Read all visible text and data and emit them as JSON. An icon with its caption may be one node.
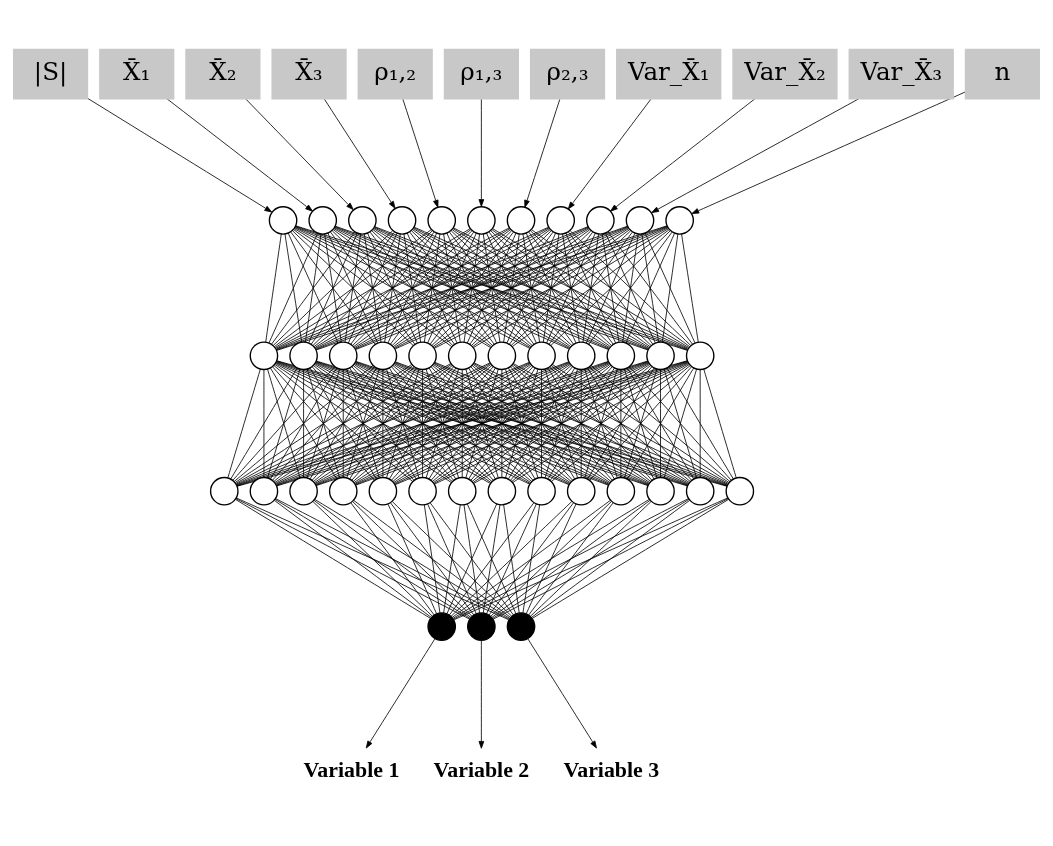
{
  "diagram": {
    "nodes": [
      {
        "text": [
          "|S|"
        ]
      },
      {
        "text": [
          "X̄₁"
        ]
      },
      {
        "text": [
          "X̄₂"
        ]
      },
      {
        "text": [
          "X̄₃"
        ]
      },
      {
        "text": [
          "ρ₁,₂"
        ]
      },
      {
        "text": [
          "ρ₁,₃"
        ]
      },
      {
        "text": [
          "ρ₂,₃"
        ]
      },
      {
        "text": [
          "Var_X̄₁"
        ]
      },
      {
        "text": [
          "Var_X̄₂"
        ]
      },
      {
        "text": [
          "Var_X̄₃"
        ]
      },
      {
        "text": [
          "n"
        ]
      },
      {
        "text": [],
        "shape": "circle"
      },
      {
        "text": [],
        "shape": "circle"
      },
      {
        "text": [],
        "shape": "circle"
      },
      {
        "text": [],
        "shape": "circle"
      },
      {
        "text": [],
        "shape": "circle"
      },
      {
        "text": [],
        "shape": "circle"
      },
      {
        "text": [],
        "shape": "circle"
      },
      {
        "text": [],
        "shape": "circle"
      },
      {
        "text": [],
        "shape": "circle"
      },
      {
        "text": [],
        "shape": "circle"
      },
      {
        "text": [],
        "shape": "circle"
      },
      {
        "text": [],
        "shape": "circle"
      },
      {
        "text": [],
        "shape": "circle"
      },
      {
        "text": [],
        "shape": "circle"
      },
      {
        "text": [],
        "shape": "circle"
      },
      {
        "text": [],
        "shape": "circle"
      },
      {
        "text": [],
        "shape": "circle"
      },
      {
        "text": [],
        "shape": "circle"
      },
      {
        "text": [],
        "shape": "circle"
      },
      {
        "text": [],
        "shape": "circle"
      },
      {
        "text": [],
        "shape": "circle"
      },
      {
        "text": [],
        "shape": "circle"
      },
      {
        "text": [],
        "shape": "circle"
      },
      {
        "text": [],
        "shape": "circle"
      },
      {
        "text": [],
        "shape": "circle"
      },
      {
        "text": [],
        "shape": "circle"
      },
      {
        "text": [],
        "shape": "circle"
      },
      {
        "text": [],
        "shape": "circle"
      },
      {
        "text": [],
        "shape": "circle"
      },
      {
        "text": [],
        "shape": "circle"
      },
      {
        "text": [],
        "shape": "circle"
      },
      {
        "text": [],
        "shape": "circle"
      },
      {
        "text": [],
        "shape": "circle"
      },
      {
        "text": [],
        "shape": "circle"
      },
      {
        "text": [],
        "shape": "circle"
      },
      {
        "text": [],
        "shape": "circle"
      },
      {
        "text": [],
        "shape": "circle"
      },
      {
        "text": [],
        "shape": "circle"
      },
      {
        "text": [],
        "shape": "circle"
      },
      {
        "text": [],
        "shape": "circle"
      },
      {
        "text": [
          "Variable 1"
        ]
      },
      {
        "text": [
          "Variable 2"
        ]
      },
      {
        "text": [
          "Variable 3"
        ]
      }
    ],
    "edges": [
      {
        "from": 0,
        "to": 11,
        "arrow": "to"
      },
      {
        "from": 1,
        "to": 12,
        "arrow": "to"
      },
      {
        "from": 2,
        "to": 13,
        "arrow": "to"
      },
      {
        "from": 3,
        "to": 14,
        "arrow": "to"
      },
      {
        "from": 4,
        "to": 15,
        "arrow": "to"
      },
      {
        "from": 5,
        "to": 16,
        "arrow": "to"
      },
      {
        "from": 6,
        "to": 17,
        "arrow": "to"
      },
      {
        "from": 7,
        "to": 18,
        "arrow": "to"
      },
      {
        "from": 8,
        "to": 19,
        "arrow": "to"
      },
      {
        "from": 9,
        "to": 20,
        "arrow": "to"
      },
      {
        "from": 10,
        "to": 21,
        "arrow": "to"
      },
      {
        "from": 11,
        "to": 22,
        "arrow": "none"
      },
      {
        "from": 11,
        "to": 23,
        "arrow": "none"
      },
      {
        "from": 11,
        "to": 24,
        "arrow": "none"
      },
      {
        "from": 11,
        "to": 25,
        "arrow": "none"
      },
      {
        "from": 11,
        "to": 26,
        "arrow": "none"
      },
      {
        "from": 11,
        "to": 27,
        "arrow": "none"
      },
      {
        "from": 11,
        "to": 28,
        "arrow": "none"
      },
      {
        "from": 11,
        "to": 29,
        "arrow": "none"
      },
      {
        "from": 11,
        "to": 30,
        "arrow": "none"
      },
      {
        "from": 11,
        "to": 31,
        "arrow": "none"
      },
      {
        "from": 11,
        "to": 32,
        "arrow": "none"
      },
      {
        "from": 11,
        "to": 33,
        "arrow": "none"
      },
      {
        "from": 12,
        "to": 22,
        "arrow": "none"
      },
      {
        "from": 12,
        "to": 23,
        "arrow": "none"
      },
      {
        "from": 12,
        "to": 24,
        "arrow": "none"
      },
      {
        "from": 12,
        "to": 25,
        "arrow": "none"
      },
      {
        "from": 12,
        "to": 26,
        "arrow": "none"
      },
      {
        "from": 12,
        "to": 27,
        "arrow": "none"
      },
      {
        "from": 12,
        "to": 28,
        "arrow": "none"
      },
      {
        "from": 12,
        "to": 29,
        "arrow": "none"
      },
      {
        "from": 12,
        "to": 30,
        "arrow": "none"
      },
      {
        "from": 12,
        "to": 31,
        "arrow": "none"
      },
      {
        "from": 12,
        "to": 32,
        "arrow": "none"
      },
      {
        "from": 12,
        "to": 33,
        "arrow": "none"
      },
      {
        "from": 13,
        "to": 22,
        "arrow": "none"
      },
      {
        "from": 13,
        "to": 23,
        "arrow": "none"
      },
      {
        "from": 13,
        "to": 24,
        "arrow": "none"
      },
      {
        "from": 13,
        "to": 25,
        "arrow": "none"
      },
      {
        "from": 13,
        "to": 26,
        "arrow": "none"
      },
      {
        "from": 13,
        "to": 27,
        "arrow": "none"
      },
      {
        "from": 13,
        "to": 28,
        "arrow": "none"
      },
      {
        "from": 13,
        "to": 29,
        "arrow": "none"
      },
      {
        "from": 13,
        "to": 30,
        "arrow": "none"
      },
      {
        "from": 13,
        "to": 31,
        "arrow": "none"
      },
      {
        "from": 13,
        "to": 32,
        "arrow": "none"
      },
      {
        "from": 13,
        "to": 33,
        "arrow": "none"
      },
      {
        "from": 14,
        "to": 22,
        "arrow": "none"
      },
      {
        "from": 14,
        "to": 23,
        "arrow": "none"
      },
      {
        "from": 14,
        "to": 24,
        "arrow": "none"
      },
      {
        "from": 14,
        "to": 25,
        "arrow": "none"
      },
      {
        "from": 14,
        "to": 26,
        "arrow": "none"
      },
      {
        "from": 14,
        "to": 27,
        "arrow": "none"
      },
      {
        "from": 14,
        "to": 28,
        "arrow": "none"
      },
      {
        "from": 14,
        "to": 29,
        "arrow": "none"
      },
      {
        "from": 14,
        "to": 30,
        "arrow": "none"
      },
      {
        "from": 14,
        "to": 31,
        "arrow": "none"
      },
      {
        "from": 14,
        "to": 32,
        "arrow": "none"
      },
      {
        "from": 14,
        "to": 33,
        "arrow": "none"
      },
      {
        "from": 15,
        "to": 22,
        "arrow": "none"
      },
      {
        "from": 15,
        "to": 23,
        "arrow": "none"
      },
      {
        "from": 15,
        "to": 24,
        "arrow": "none"
      },
      {
        "from": 15,
        "to": 25,
        "arrow": "none"
      },
      {
        "from": 15,
        "to": 26,
        "arrow": "none"
      },
      {
        "from": 15,
        "to": 27,
        "arrow": "none"
      },
      {
        "from": 15,
        "to": 28,
        "arrow": "none"
      },
      {
        "from": 15,
        "to": 29,
        "arrow": "none"
      },
      {
        "from": 15,
        "to": 30,
        "arrow": "none"
      },
      {
        "from": 15,
        "to": 31,
        "arrow": "none"
      },
      {
        "from": 15,
        "to": 32,
        "arrow": "none"
      },
      {
        "from": 15,
        "to": 33,
        "arrow": "none"
      },
      {
        "from": 16,
        "to": 22,
        "arrow": "none"
      },
      {
        "from": 16,
        "to": 23,
        "arrow": "none"
      },
      {
        "from": 16,
        "to": 24,
        "arrow": "none"
      },
      {
        "from": 16,
        "to": 25,
        "arrow": "none"
      },
      {
        "from": 16,
        "to": 26,
        "arrow": "none"
      },
      {
        "from": 16,
        "to": 27,
        "arrow": "none"
      },
      {
        "from": 16,
        "to": 28,
        "arrow": "none"
      },
      {
        "from": 16,
        "to": 29,
        "arrow": "none"
      },
      {
        "from": 16,
        "to": 30,
        "arrow": "none"
      },
      {
        "from": 16,
        "to": 31,
        "arrow": "none"
      },
      {
        "from": 16,
        "to": 32,
        "arrow": "none"
      },
      {
        "from": 16,
        "to": 33,
        "arrow": "none"
      },
      {
        "from": 17,
        "to": 22,
        "arrow": "none"
      },
      {
        "from": 17,
        "to": 23,
        "arrow": "none"
      },
      {
        "from": 17,
        "to": 24,
        "arrow": "none"
      },
      {
        "from": 17,
        "to": 25,
        "arrow": "none"
      },
      {
        "from": 17,
        "to": 26,
        "arrow": "none"
      },
      {
        "from": 17,
        "to": 27,
        "arrow": "none"
      },
      {
        "from": 17,
        "to": 28,
        "arrow": "none"
      },
      {
        "from": 17,
        "to": 29,
        "arrow": "none"
      },
      {
        "from": 17,
        "to": 30,
        "arrow": "none"
      },
      {
        "from": 17,
        "to": 31,
        "arrow": "none"
      },
      {
        "from": 17,
        "to": 32,
        "arrow": "none"
      },
      {
        "from": 17,
        "to": 33,
        "arrow": "none"
      },
      {
        "from": 18,
        "to": 22,
        "arrow": "none"
      },
      {
        "from": 18,
        "to": 23,
        "arrow": "none"
      },
      {
        "from": 18,
        "to": 24,
        "arrow": "none"
      },
      {
        "from": 18,
        "to": 25,
        "arrow": "none"
      },
      {
        "from": 18,
        "to": 26,
        "arrow": "none"
      },
      {
        "from": 18,
        "to": 27,
        "arrow": "none"
      },
      {
        "from": 18,
        "to": 28,
        "arrow": "none"
      },
      {
        "from": 18,
        "to": 29,
        "arrow": "none"
      },
      {
        "from": 18,
        "to": 30,
        "arrow": "none"
      },
      {
        "from": 18,
        "to": 31,
        "arrow": "none"
      },
      {
        "from": 18,
        "to": 32,
        "arrow": "none"
      },
      {
        "from": 18,
        "to": 33,
        "arrow": "none"
      },
      {
        "from": 19,
        "to": 22,
        "arrow": "none"
      },
      {
        "from": 19,
        "to": 23,
        "arrow": "none"
      },
      {
        "from": 19,
        "to": 24,
        "arrow": "none"
      },
      {
        "from": 19,
        "to": 25,
        "arrow": "none"
      },
      {
        "from": 19,
        "to": 26,
        "arrow": "none"
      },
      {
        "from": 19,
        "to": 27,
        "arrow": "none"
      },
      {
        "from": 19,
        "to": 28,
        "arrow": "none"
      },
      {
        "from": 19,
        "to": 29,
        "arrow": "none"
      },
      {
        "from": 19,
        "to": 30,
        "arrow": "none"
      },
      {
        "from": 19,
        "to": 31,
        "arrow": "none"
      },
      {
        "from": 19,
        "to": 32,
        "arrow": "none"
      },
      {
        "from": 19,
        "to": 33,
        "arrow": "none"
      },
      {
        "from": 20,
        "to": 22,
        "arrow": "none"
      },
      {
        "from": 20,
        "to": 23,
        "arrow": "none"
      },
      {
        "from": 20,
        "to": 24,
        "arrow": "none"
      },
      {
        "from": 20,
        "to": 25,
        "arrow": "none"
      },
      {
        "from": 20,
        "to": 26,
        "arrow": "none"
      },
      {
        "from": 20,
        "to": 27,
        "arrow": "none"
      },
      {
        "from": 20,
        "to": 28,
        "arrow": "none"
      },
      {
        "from": 20,
        "to": 29,
        "arrow": "none"
      },
      {
        "from": 20,
        "to": 30,
        "arrow": "none"
      },
      {
        "from": 20,
        "to": 31,
        "arrow": "none"
      },
      {
        "from": 20,
        "to": 32,
        "arrow": "none"
      },
      {
        "from": 20,
        "to": 33,
        "arrow": "none"
      },
      {
        "from": 21,
        "to": 22,
        "arrow": "none"
      },
      {
        "from": 21,
        "to": 23,
        "arrow": "none"
      },
      {
        "from": 21,
        "to": 24,
        "arrow": "none"
      },
      {
        "from": 21,
        "to": 25,
        "arrow": "none"
      },
      {
        "from": 21,
        "to": 26,
        "arrow": "none"
      },
      {
        "from": 21,
        "to": 27,
        "arrow": "none"
      },
      {
        "from": 21,
        "to": 28,
        "arrow": "none"
      },
      {
        "from": 21,
        "to": 29,
        "arrow": "none"
      },
      {
        "from": 21,
        "to": 30,
        "arrow": "none"
      },
      {
        "from": 21,
        "to": 31,
        "arrow": "none"
      },
      {
        "from": 21,
        "to": 32,
        "arrow": "none"
      },
      {
        "from": 21,
        "to": 33,
        "arrow": "none"
      },
      {
        "from": 22,
        "to": 34,
        "arrow": "none"
      },
      {
        "from": 22,
        "to": 35,
        "arrow": "none"
      },
      {
        "from": 22,
        "to": 36,
        "arrow": "none"
      },
      {
        "from": 22,
        "to": 37,
        "arrow": "none"
      },
      {
        "from": 22,
        "to": 38,
        "arrow": "none"
      },
      {
        "from": 22,
        "to": 39,
        "arrow": "none"
      },
      {
        "from": 22,
        "to": 40,
        "arrow": "none"
      },
      {
        "from": 22,
        "to": 41,
        "arrow": "none"
      },
      {
        "from": 22,
        "to": 42,
        "arrow": "none"
      },
      {
        "from": 22,
        "to": 43,
        "arrow": "none"
      },
      {
        "from": 22,
        "to": 44,
        "arrow": "none"
      },
      {
        "from": 22,
        "to": 45,
        "arrow": "none"
      },
      {
        "from": 22,
        "to": 46,
        "arrow": "none"
      },
      {
        "from": 22,
        "to": 47,
        "arrow": "none"
      },
      {
        "from": 23,
        "to": 34,
        "arrow": "none"
      },
      {
        "from": 23,
        "to": 35,
        "arrow": "none"
      },
      {
        "from": 23,
        "to": 36,
        "arrow": "none"
      },
      {
        "from": 23,
        "to": 37,
        "arrow": "none"
      },
      {
        "from": 23,
        "to": 38,
        "arrow": "none"
      },
      {
        "from": 23,
        "to": 39,
        "arrow": "none"
      },
      {
        "from": 23,
        "to": 40,
        "arrow": "none"
      },
      {
        "from": 23,
        "to": 41,
        "arrow": "none"
      },
      {
        "from": 23,
        "to": 42,
        "arrow": "none"
      },
      {
        "from": 23,
        "to": 43,
        "arrow": "none"
      },
      {
        "from": 23,
        "to": 44,
        "arrow": "none"
      },
      {
        "from": 23,
        "to": 45,
        "arrow": "none"
      },
      {
        "from": 23,
        "to": 46,
        "arrow": "none"
      },
      {
        "from": 23,
        "to": 47,
        "arrow": "none"
      },
      {
        "from": 24,
        "to": 34,
        "arrow": "none"
      },
      {
        "from": 24,
        "to": 35,
        "arrow": "none"
      },
      {
        "from": 24,
        "to": 36,
        "arrow": "none"
      },
      {
        "from": 24,
        "to": 37,
        "arrow": "none"
      },
      {
        "from": 24,
        "to": 38,
        "arrow": "none"
      },
      {
        "from": 24,
        "to": 39,
        "arrow": "none"
      },
      {
        "from": 24,
        "to": 40,
        "arrow": "none"
      },
      {
        "from": 24,
        "to": 41,
        "arrow": "none"
      },
      {
        "from": 24,
        "to": 42,
        "arrow": "none"
      },
      {
        "from": 24,
        "to": 43,
        "arrow": "none"
      },
      {
        "from": 24,
        "to": 44,
        "arrow": "none"
      },
      {
        "from": 24,
        "to": 45,
        "arrow": "none"
      },
      {
        "from": 24,
        "to": 46,
        "arrow": "none"
      },
      {
        "from": 24,
        "to": 47,
        "arrow": "none"
      },
      {
        "from": 25,
        "to": 34,
        "arrow": "none"
      },
      {
        "from": 25,
        "to": 35,
        "arrow": "none"
      },
      {
        "from": 25,
        "to": 36,
        "arrow": "none"
      },
      {
        "from": 25,
        "to": 37,
        "arrow": "none"
      },
      {
        "from": 25,
        "to": 38,
        "arrow": "none"
      },
      {
        "from": 25,
        "to": 39,
        "arrow": "none"
      },
      {
        "from": 25,
        "to": 40,
        "arrow": "none"
      },
      {
        "from": 25,
        "to": 41,
        "arrow": "none"
      },
      {
        "from": 25,
        "to": 42,
        "arrow": "none"
      },
      {
        "from": 25,
        "to": 43,
        "arrow": "none"
      },
      {
        "from": 25,
        "to": 44,
        "arrow": "none"
      },
      {
        "from": 25,
        "to": 45,
        "arrow": "none"
      },
      {
        "from": 25,
        "to": 46,
        "arrow": "none"
      },
      {
        "from": 25,
        "to": 47,
        "arrow": "none"
      },
      {
        "from": 26,
        "to": 34,
        "arrow": "none"
      },
      {
        "from": 26,
        "to": 35,
        "arrow": "none"
      },
      {
        "from": 26,
        "to": 36,
        "arrow": "none"
      },
      {
        "from": 26,
        "to": 37,
        "arrow": "none"
      },
      {
        "from": 26,
        "to": 38,
        "arrow": "none"
      },
      {
        "from": 26,
        "to": 39,
        "arrow": "none"
      },
      {
        "from": 26,
        "to": 40,
        "arrow": "none"
      },
      {
        "from": 26,
        "to": 41,
        "arrow": "none"
      },
      {
        "from": 26,
        "to": 42,
        "arrow": "none"
      },
      {
        "from": 26,
        "to": 43,
        "arrow": "none"
      },
      {
        "from": 26,
        "to": 44,
        "arrow": "none"
      },
      {
        "from": 26,
        "to": 45,
        "arrow": "none"
      },
      {
        "from": 26,
        "to": 46,
        "arrow": "none"
      },
      {
        "from": 26,
        "to": 47,
        "arrow": "none"
      },
      {
        "from": 27,
        "to": 34,
        "arrow": "none"
      },
      {
        "from": 27,
        "to": 35,
        "arrow": "none"
      },
      {
        "from": 27,
        "to": 36,
        "arrow": "none"
      },
      {
        "from": 27,
        "to": 37,
        "arrow": "none"
      },
      {
        "from": 27,
        "to": 38,
        "arrow": "none"
      },
      {
        "from": 27,
        "to": 39,
        "arrow": "none"
      },
      {
        "from": 27,
        "to": 40,
        "arrow": "none"
      },
      {
        "from": 27,
        "to": 41,
        "arrow": "none"
      },
      {
        "from": 27,
        "to": 42,
        "arrow": "none"
      },
      {
        "from": 27,
        "to": 43,
        "arrow": "none"
      },
      {
        "from": 27,
        "to": 44,
        "arrow": "none"
      },
      {
        "from": 27,
        "to": 45,
        "arrow": "none"
      },
      {
        "from": 27,
        "to": 46,
        "arrow": "none"
      },
      {
        "from": 27,
        "to": 47,
        "arrow": "none"
      },
      {
        "from": 28,
        "to": 34,
        "arrow": "none"
      },
      {
        "from": 28,
        "to": 35,
        "arrow": "none"
      },
      {
        "from": 28,
        "to": 36,
        "arrow": "none"
      },
      {
        "from": 28,
        "to": 37,
        "arrow": "none"
      },
      {
        "from": 28,
        "to": 38,
        "arrow": "none"
      },
      {
        "from": 28,
        "to": 39,
        "arrow": "none"
      },
      {
        "from": 28,
        "to": 40,
        "arrow": "none"
      },
      {
        "from": 28,
        "to": 41,
        "arrow": "none"
      },
      {
        "from": 28,
        "to": 42,
        "arrow": "none"
      },
      {
        "from": 28,
        "to": 43,
        "arrow": "none"
      },
      {
        "from": 28,
        "to": 44,
        "arrow": "none"
      },
      {
        "from": 28,
        "to": 45,
        "arrow": "none"
      },
      {
        "from": 28,
        "to": 46,
        "arrow": "none"
      },
      {
        "from": 28,
        "to": 47,
        "arrow": "none"
      },
      {
        "from": 29,
        "to": 34,
        "arrow": "none"
      },
      {
        "from": 29,
        "to": 35,
        "arrow": "none"
      },
      {
        "from": 29,
        "to": 36,
        "arrow": "none"
      },
      {
        "from": 29,
        "to": 37,
        "arrow": "none"
      },
      {
        "from": 29,
        "to": 38,
        "arrow": "none"
      },
      {
        "from": 29,
        "to": 39,
        "arrow": "none"
      },
      {
        "from": 29,
        "to": 40,
        "arrow": "none"
      },
      {
        "from": 29,
        "to": 41,
        "arrow": "none"
      },
      {
        "from": 29,
        "to": 42,
        "arrow": "none"
      },
      {
        "from": 29,
        "to": 43,
        "arrow": "none"
      },
      {
        "from": 29,
        "to": 44,
        "arrow": "none"
      },
      {
        "from": 29,
        "to": 45,
        "arrow": "none"
      },
      {
        "from": 29,
        "to": 46,
        "arrow": "none"
      },
      {
        "from": 29,
        "to": 47,
        "arrow": "none"
      },
      {
        "from": 30,
        "to": 34,
        "arrow": "none"
      },
      {
        "from": 30,
        "to": 35,
        "arrow": "none"
      },
      {
        "from": 30,
        "to": 36,
        "arrow": "none"
      },
      {
        "from": 30,
        "to": 37,
        "arrow": "none"
      },
      {
        "from": 30,
        "to": 38,
        "arrow": "none"
      },
      {
        "from": 30,
        "to": 39,
        "arrow": "none"
      },
      {
        "from": 30,
        "to": 40,
        "arrow": "none"
      },
      {
        "from": 30,
        "to": 41,
        "arrow": "none"
      },
      {
        "from": 30,
        "to": 42,
        "arrow": "none"
      },
      {
        "from": 30,
        "to": 43,
        "arrow": "none"
      },
      {
        "from": 30,
        "to": 44,
        "arrow": "none"
      },
      {
        "from": 30,
        "to": 45,
        "arrow": "none"
      },
      {
        "from": 30,
        "to": 46,
        "arrow": "none"
      },
      {
        "from": 30,
        "to": 47,
        "arrow": "none"
      },
      {
        "from": 31,
        "to": 34,
        "arrow": "none"
      },
      {
        "from": 31,
        "to": 35,
        "arrow": "none"
      },
      {
        "from": 31,
        "to": 36,
        "arrow": "none"
      },
      {
        "from": 31,
        "to": 37,
        "arrow": "none"
      },
      {
        "from": 31,
        "to": 38,
        "arrow": "none"
      },
      {
        "from": 31,
        "to": 39,
        "arrow": "none"
      },
      {
        "from": 31,
        "to": 40,
        "arrow": "none"
      },
      {
        "from": 31,
        "to": 41,
        "arrow": "none"
      },
      {
        "from": 31,
        "to": 42,
        "arrow": "none"
      },
      {
        "from": 31,
        "to": 43,
        "arrow": "none"
      },
      {
        "from": 31,
        "to": 44,
        "arrow": "none"
      },
      {
        "from": 31,
        "to": 45,
        "arrow": "none"
      },
      {
        "from": 31,
        "to": 46,
        "arrow": "none"
      },
      {
        "from": 31,
        "to": 47,
        "arrow": "none"
      },
      {
        "from": 32,
        "to": 34,
        "arrow": "none"
      },
      {
        "from": 32,
        "to": 35,
        "arrow": "none"
      },
      {
        "from": 32,
        "to": 36,
        "arrow": "none"
      },
      {
        "from": 32,
        "to": 37,
        "arrow": "none"
      },
      {
        "from": 32,
        "to": 38,
        "arrow": "none"
      },
      {
        "from": 32,
        "to": 39,
        "arrow": "none"
      },
      {
        "from": 32,
        "to": 40,
        "arrow": "none"
      },
      {
        "from": 32,
        "to": 41,
        "arrow": "none"
      },
      {
        "from": 32,
        "to": 42,
        "arrow": "none"
      },
      {
        "from": 32,
        "to": 43,
        "arrow": "none"
      },
      {
        "from": 32,
        "to": 44,
        "arrow": "none"
      },
      {
        "from": 32,
        "to": 45,
        "arrow": "none"
      },
      {
        "from": 32,
        "to": 46,
        "arrow": "none"
      },
      {
        "from": 32,
        "to": 47,
        "arrow": "none"
      },
      {
        "from": 33,
        "to": 34,
        "arrow": "none"
      },
      {
        "from": 33,
        "to": 35,
        "arrow": "none"
      },
      {
        "from": 33,
        "to": 36,
        "arrow": "none"
      },
      {
        "from": 33,
        "to": 37,
        "arrow": "none"
      },
      {
        "from": 33,
        "to": 38,
        "arrow": "none"
      },
      {
        "from": 33,
        "to": 39,
        "arrow": "none"
      },
      {
        "from": 33,
        "to": 40,
        "arrow": "none"
      },
      {
        "from": 33,
        "to": 41,
        "arrow": "none"
      },
      {
        "from": 33,
        "to": 42,
        "arrow": "none"
      },
      {
        "from": 33,
        "to": 43,
        "arrow": "none"
      },
      {
        "from": 33,
        "to": 44,
        "arrow": "none"
      },
      {
        "from": 33,
        "to": 45,
        "arrow": "none"
      },
      {
        "from": 33,
        "to": 46,
        "arrow": "none"
      },
      {
        "from": 33,
        "to": 47,
        "arrow": "none"
      },
      {
        "from": 34,
        "to": 48,
        "arrow": "none"
      },
      {
        "from": 34,
        "to": 49,
        "arrow": "none"
      },
      {
        "from": 34,
        "to": 50,
        "arrow": "none"
      },
      {
        "from": 35,
        "to": 48,
        "arrow": "none"
      },
      {
        "from": 35,
        "to": 49,
        "arrow": "none"
      },
      {
        "from": 35,
        "to": 50,
        "arrow": "none"
      },
      {
        "from": 36,
        "to": 48,
        "arrow": "none"
      },
      {
        "from": 36,
        "to": 49,
        "arrow": "none"
      },
      {
        "from": 36,
        "to": 50,
        "arrow": "none"
      },
      {
        "from": 37,
        "to": 48,
        "arrow": "none"
      },
      {
        "from": 37,
        "to": 49,
        "arrow": "none"
      },
      {
        "from": 37,
        "to": 50,
        "arrow": "none"
      },
      {
        "from": 38,
        "to": 48,
        "arrow": "none"
      },
      {
        "from": 38,
        "to": 49,
        "arrow": "none"
      },
      {
        "from": 38,
        "to": 50,
        "arrow": "none"
      },
      {
        "from": 39,
        "to": 48,
        "arrow": "none"
      },
      {
        "from": 39,
        "to": 49,
        "arrow": "none"
      },
      {
        "from": 39,
        "to": 50,
        "arrow": "none"
      },
      {
        "from": 40,
        "to": 48,
        "arrow": "none"
      },
      {
        "from": 40,
        "to": 49,
        "arrow": "none"
      },
      {
        "from": 40,
        "to": 50,
        "arrow": "none"
      },
      {
        "from": 41,
        "to": 48,
        "arrow": "none"
      },
      {
        "from": 41,
        "to": 49,
        "arrow": "none"
      },
      {
        "from": 41,
        "to": 50,
        "arrow": "none"
      },
      {
        "from": 42,
        "to": 48,
        "arrow": "none"
      },
      {
        "from": 42,
        "to": 49,
        "arrow": "none"
      },
      {
        "from": 42,
        "to": 50,
        "arrow": "none"
      },
      {
        "from": 43,
        "to": 48,
        "arrow": "none"
      },
      {
        "from": 43,
        "to": 49,
        "arrow": "none"
      },
      {
        "from": 43,
        "to": 50,
        "arrow": "none"
      },
      {
        "from": 44,
        "to": 48,
        "arrow": "none"
      },
      {
        "from": 44,
        "to": 49,
        "arrow": "none"
      },
      {
        "from": 44,
        "to": 50,
        "arrow": "none"
      },
      {
        "from": 45,
        "to": 48,
        "arrow": "none"
      },
      {
        "from": 45,
        "to": 49,
        "arrow": "none"
      },
      {
        "from": 45,
        "to": 50,
        "arrow": "none"
      },
      {
        "from": 46,
        "to": 48,
        "arrow": "none"
      },
      {
        "from": 46,
        "to": 49,
        "arrow": "none"
      },
      {
        "from": 46,
        "to": 50,
        "arrow": "none"
      },
      {
        "from": 47,
        "to": 48,
        "arrow": "none"
      },
      {
        "from": 47,
        "to": 49,
        "arrow": "none"
      },
      {
        "from": 47,
        "to": 50,
        "arrow": "none"
      },
      {
        "from": 48,
        "to": 51,
        "arrow": "to"
      },
      {
        "from": 49,
        "to": 52,
        "arrow": "to"
      },
      {
        "from": 50,
        "to": 53,
        "arrow": "to"
      }
    ]
  }
}
